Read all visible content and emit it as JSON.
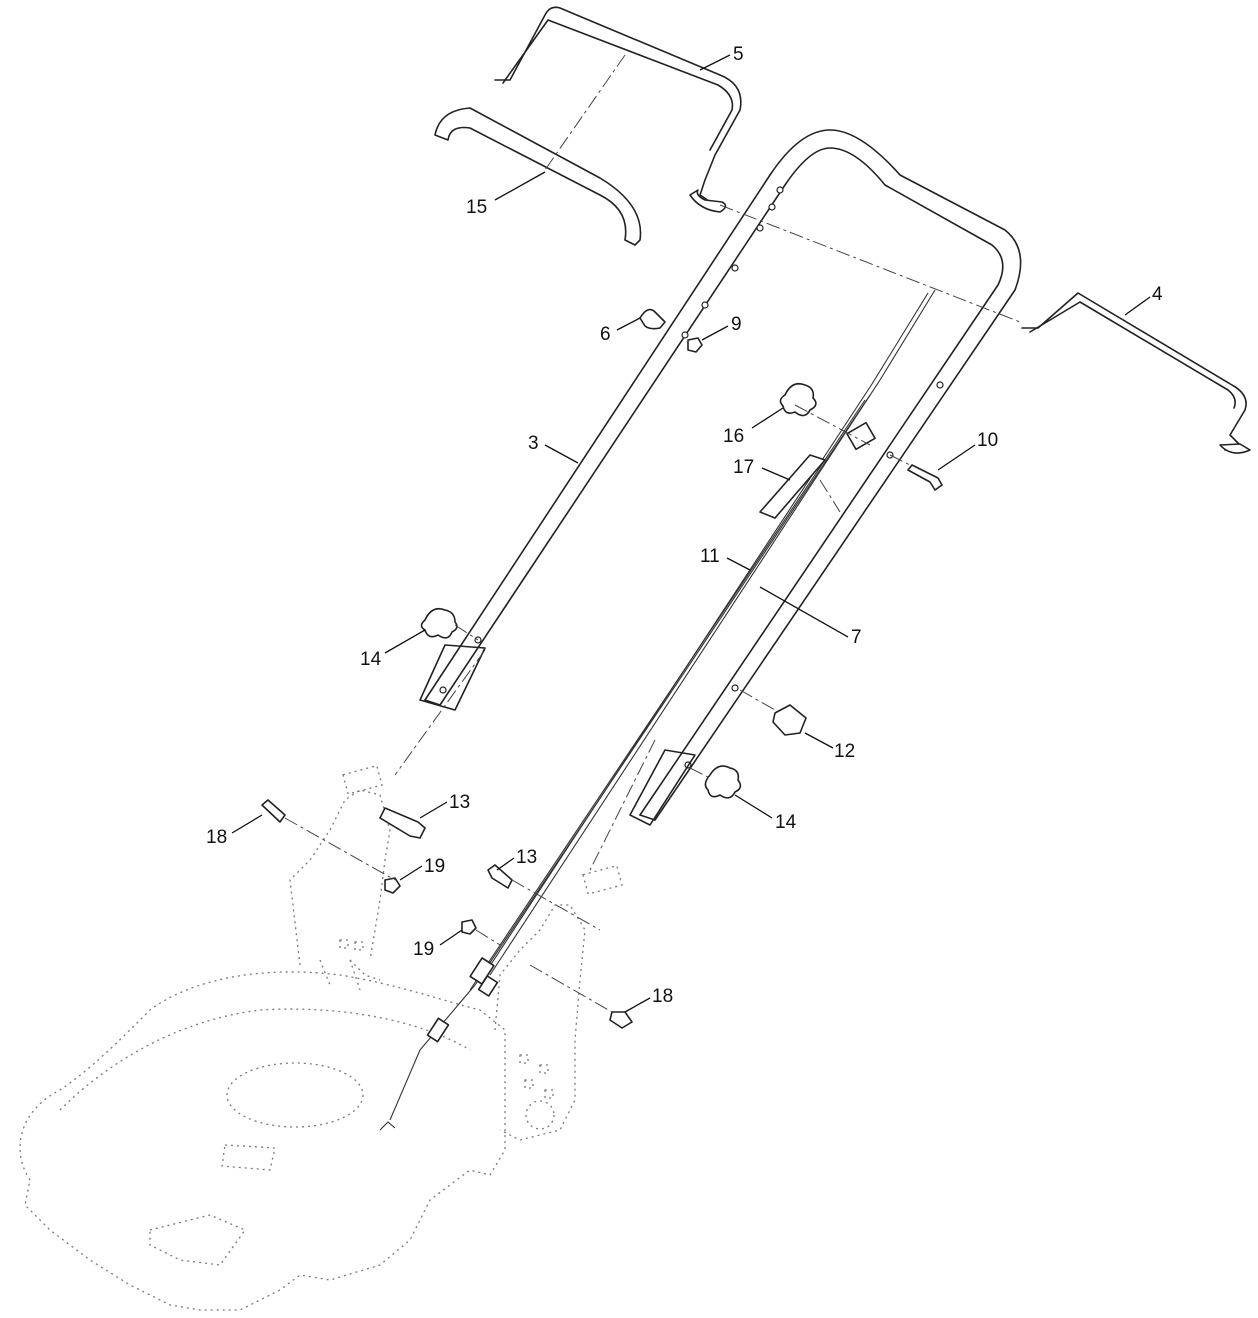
{
  "callouts": {
    "c3": "3",
    "c4": "4",
    "c5": "5",
    "c6": "6",
    "c7": "7",
    "c9": "9",
    "c10": "10",
    "c11": "11",
    "c12": "12",
    "c13a": "13",
    "c13b": "13",
    "c14a": "14",
    "c14b": "14",
    "c15": "15",
    "c16": "16",
    "c17": "17",
    "c18a": "18",
    "c18b": "18",
    "c19a": "19",
    "c19b": "19"
  }
}
